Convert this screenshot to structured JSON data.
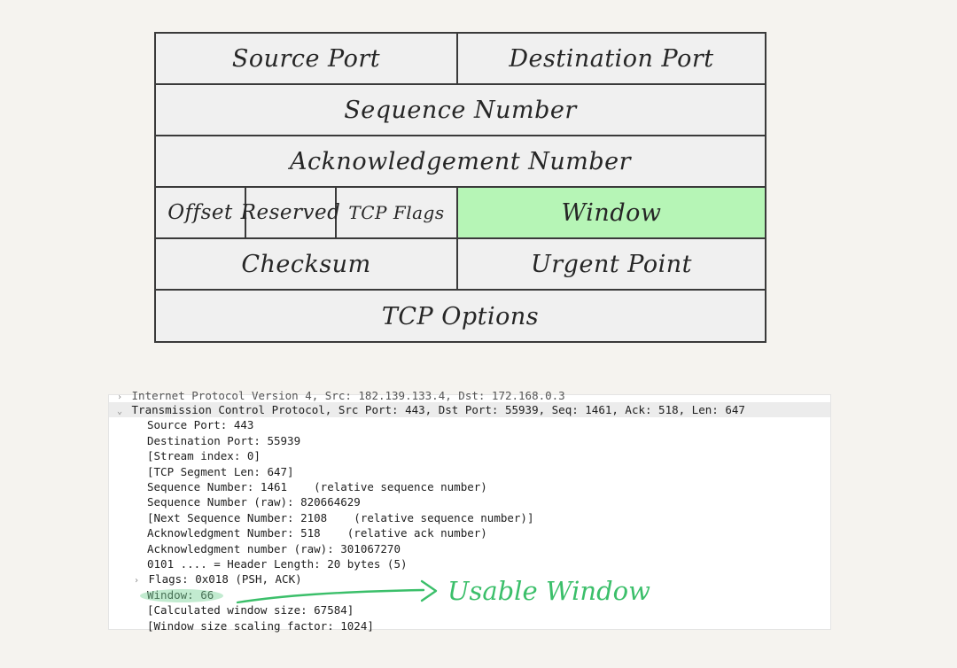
{
  "diagram": {
    "source_port": "Source Port",
    "destination_port": "Destination Port",
    "sequence_number": "Sequence Number",
    "acknowledgement_number": "Acknowledgement Number",
    "offset": "Offset",
    "reserved": "Reserved",
    "tcp_flags": "TCP Flags",
    "window": "Window",
    "checksum": "Checksum",
    "urgent_point": "Urgent Point",
    "tcp_options": "TCP Options",
    "highlight_color": "#b6f5b6"
  },
  "packet": {
    "cut_line": "Internet Protocol Version 4, Src: 182.139.133.4, Dst: 172.168.0.3",
    "tcp_header": "Transmission Control Protocol, Src Port: 443, Dst Port: 55939, Seq: 1461, Ack: 518, Len: 647",
    "source_port": "Source Port: 443",
    "destination_port": "Destination Port: 55939",
    "stream_index": "[Stream index: 0]",
    "segment_len": "[TCP Segment Len: 647]",
    "seq": "Sequence Number: 1461    (relative sequence number)",
    "seq_raw": "Sequence Number (raw): 820664629",
    "next_seq": "[Next Sequence Number: 2108    (relative sequence number)]",
    "ack": "Acknowledgment Number: 518    (relative ack number)",
    "ack_raw": "Acknowledgment number (raw): 301067270",
    "header_len": "0101 .... = Header Length: 20 bytes (5)",
    "flags": "Flags: 0x018 (PSH, ACK)",
    "window": "Window: 66",
    "calc_window": "[Calculated window size: 67584]",
    "scaling": "[Window size scaling factor: 1024]"
  },
  "annotation": {
    "label": "Usable Window",
    "color": "#3bbf6a"
  },
  "icons": {
    "expanded": "chevron-down-icon",
    "collapsed": "chevron-right-icon"
  }
}
